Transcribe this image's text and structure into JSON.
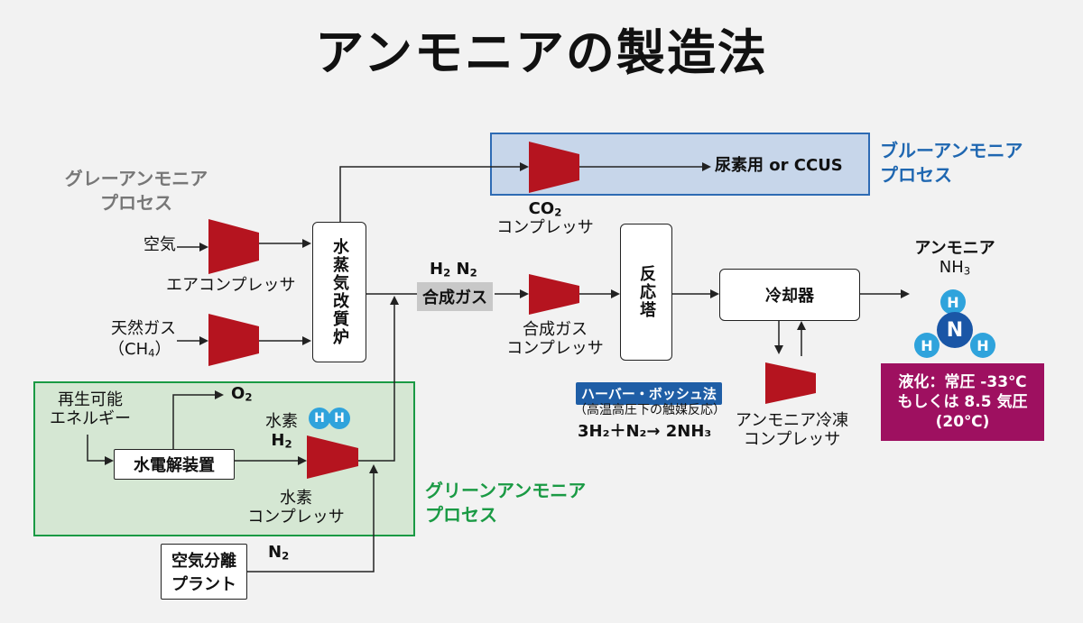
{
  "title": "アンモニアの製造法",
  "gray_process": {
    "line1": "グレーアンモニア",
    "line2": "プロセス"
  },
  "blue_process": {
    "line1": "ブルーアンモニア",
    "line2": "プロセス"
  },
  "green_process": {
    "line1": "グリーンアンモニア",
    "line2": "プロセス"
  },
  "inputs": {
    "air": "空気",
    "air_compressor": "エアコンプレッサ",
    "natural_gas": "天然ガス",
    "ch4_prefix": "（CH",
    "ch4_sub": "4",
    "ch4_suffix": "）"
  },
  "steam_reformer": "水蒸気改質炉",
  "co2": {
    "prefix": "CO",
    "sub": "2",
    "compressor": "コンプレッサ",
    "destination": "尿素用 or CCUS"
  },
  "syngas": {
    "h2_prefix": "H",
    "h2_sub": "2",
    "n2_prefix": "N",
    "n2_sub": "2",
    "label": "合成ガス",
    "compressor_line1": "合成ガス",
    "compressor_line2": "コンプレッサ"
  },
  "reactor": "反応塔",
  "haber_bosch": {
    "badge": "ハーバー・ボッシュ法",
    "note": "（高温高圧下の触媒反応）",
    "equation": "3H₂＋N₂→ 2NH₃"
  },
  "cooler": "冷却器",
  "refrigeration": {
    "line1": "アンモニア冷凍",
    "line2": "コンプレッサ"
  },
  "product": {
    "name": "アンモニア",
    "formula_prefix": "NH",
    "formula_sub": "3",
    "atom_h": "H",
    "atom_n": "N"
  },
  "liquefaction": {
    "line1": "液化：常圧 -33℃",
    "line2": "もしくは 8.5 気圧",
    "line3": "(20℃)"
  },
  "green": {
    "renewable_line1": "再生可能",
    "renewable_line2": "エネルギー",
    "electrolyzer": "水電解装置",
    "o2_prefix": "O",
    "o2_sub": "2",
    "hydrogen": "水素",
    "h2_prefix": "H",
    "h2_sub": "2",
    "h_icon": "H",
    "compressor_line1": "水素",
    "compressor_line2": "コンプレッサ"
  },
  "air_separation": {
    "line1": "空気分離",
    "line2": "プラント",
    "n2_prefix": "N",
    "n2_sub": "2"
  },
  "colors": {
    "compressor_red": "#b5141f",
    "blue_box_fill": "#c7d6ea",
    "blue_box_border": "#2e6bb4",
    "green_box_fill": "#d5e7d3",
    "green_box_border": "#1a9a44",
    "liquefaction_fill": "#9e1060"
  },
  "icons": [
    "compressor-icon",
    "arrow-icon",
    "hydrogen-atom-icon",
    "nitrogen-atom-icon"
  ]
}
